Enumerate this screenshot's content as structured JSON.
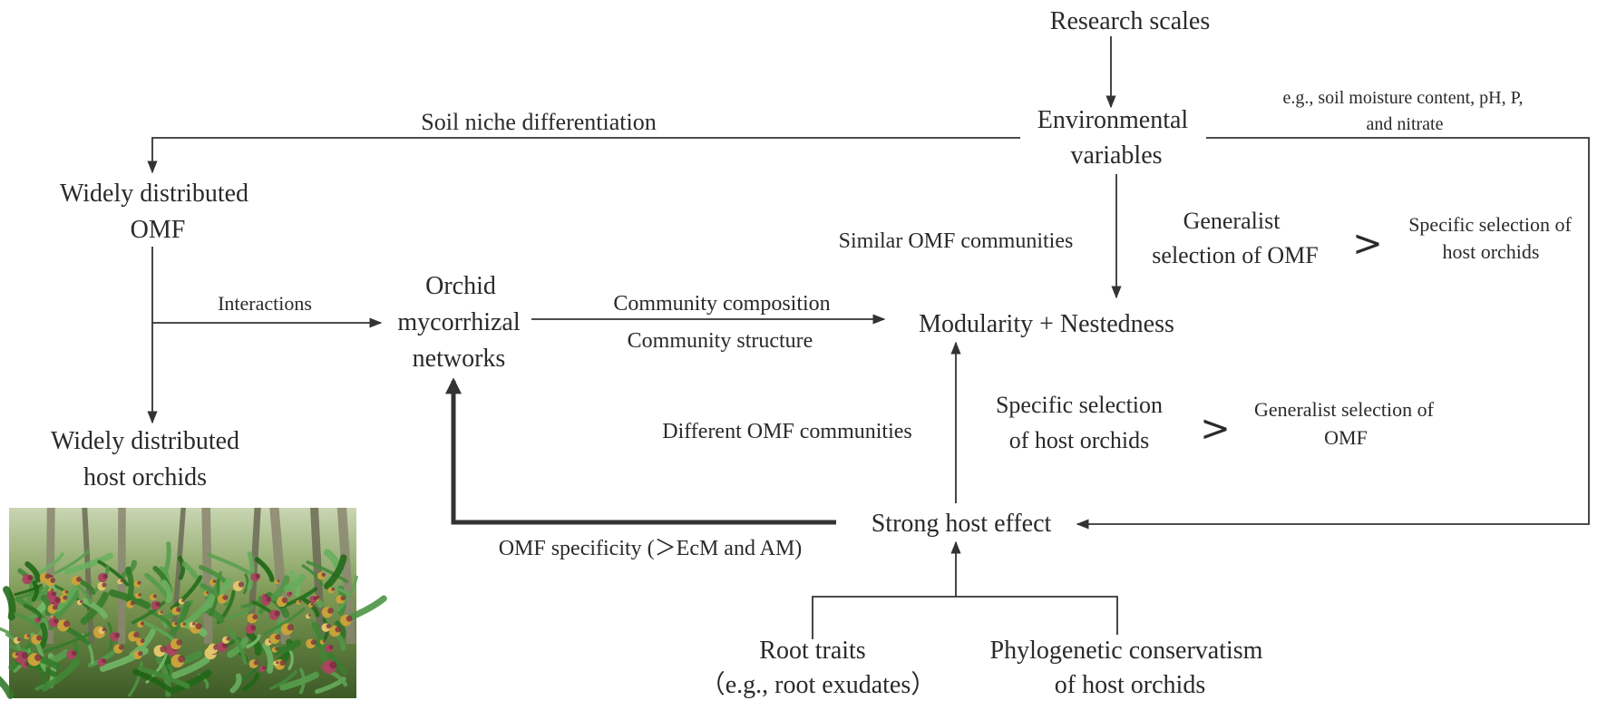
{
  "nodes": {
    "research_scales": "Research scales",
    "env_line1": "Environmental",
    "env_line2": "variables",
    "env_note_line1": "e.g., soil moisture content, pH, P,",
    "env_note_line2": "and nitrate",
    "wd_omf_line1": "Widely distributed",
    "wd_omf_line2": "OMF",
    "wd_host_line1": "Widely distributed",
    "wd_host_line2": "host orchids",
    "orchid_line1": "Orchid",
    "orchid_line2": "mycorrhizal",
    "orchid_line3": "networks",
    "modularity": "Modularity + Nestedness",
    "generalist_line1": "Generalist",
    "generalist_line2": "selection of OMF",
    "specific_sel_right_line1": "Specific selection of",
    "specific_sel_right_line2": "host orchids",
    "specific_sel_lower_line1": "Specific selection",
    "specific_sel_lower_line2": "of host orchids",
    "generalist_right_line1": "Generalist selection of",
    "generalist_right_line2": "OMF",
    "strong_host": "Strong host effect",
    "root_traits_line1": "Root traits",
    "root_traits_line2": "（e.g., root exudates）",
    "phylo_line1": "Phylogenetic conservatism",
    "phylo_line2": "of host orchids"
  },
  "edge_labels": {
    "soil_niche": "Soil niche differentiation",
    "interactions": "Interactions",
    "community_composition": "Community composition",
    "community_structure": "Community structure",
    "similar_omf": "Similar OMF communities",
    "different_omf": "Different OMF communities",
    "omf_specificity": "OMF specificity (＞EcM and AM)"
  },
  "symbols": {
    "greater_than": ">"
  }
}
